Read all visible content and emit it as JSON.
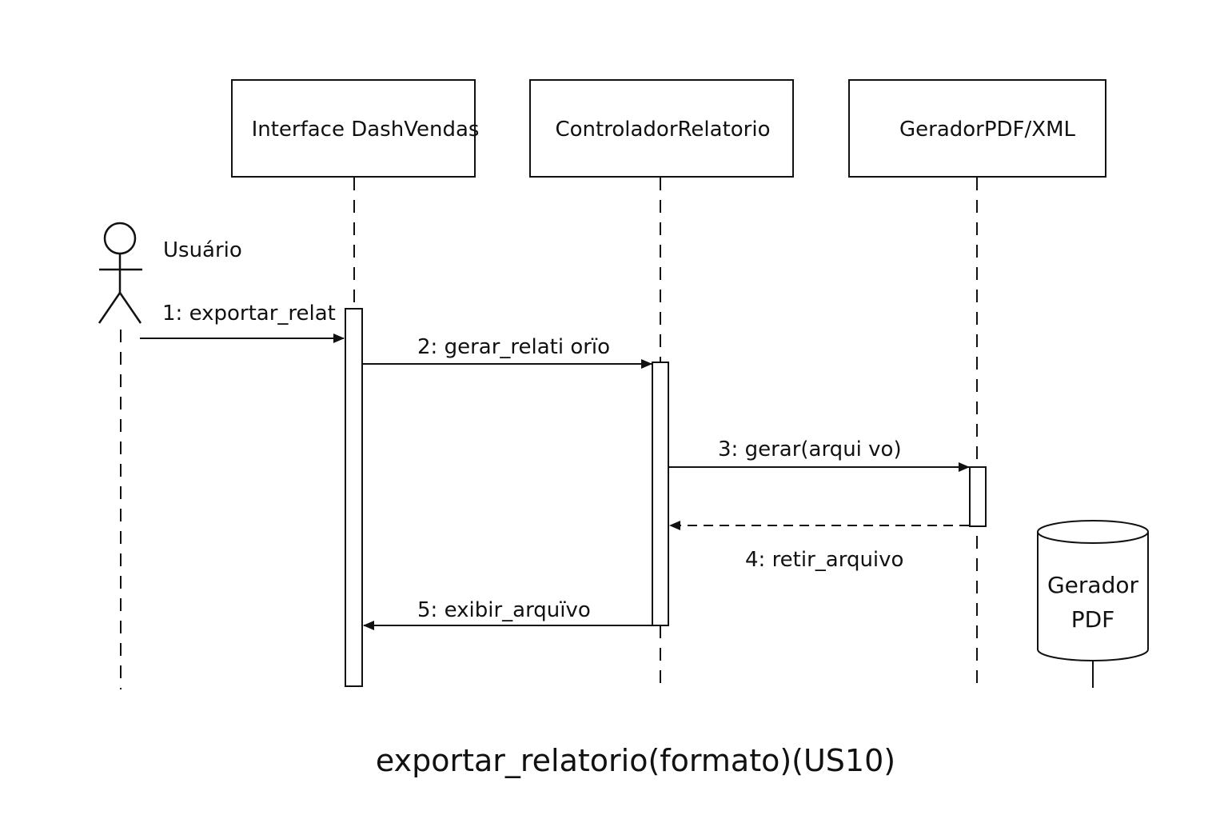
{
  "diagram": {
    "type": "sequence",
    "caption": "exportar_relatorio(formato)(US10)",
    "actor": {
      "label": "Usuário"
    },
    "participants": [
      {
        "label": "Interface DashVendas"
      },
      {
        "label": "ControladorRelatorio"
      },
      {
        "label": "GeradorPDF/XML"
      }
    ],
    "messages": [
      {
        "label": "1: exportar_relat",
        "from": "Usuário",
        "to": "Interface DashVendas",
        "style": "solid"
      },
      {
        "label": "2: gerar_relati orïo",
        "from": "Interface DashVendas",
        "to": "ControladorRelatorio",
        "style": "solid"
      },
      {
        "label": "3: gerar(arqui vo)",
        "from": "ControladorRelatorio",
        "to": "GeradorPDF/XML",
        "style": "solid"
      },
      {
        "label": "4: retir_arquivo",
        "from": "GeradorPDF/XML",
        "to": "ControladorRelatorio",
        "style": "dashed"
      },
      {
        "label": "5: exibir_arquïvo",
        "from": "ControladorRelatorio",
        "to": "Interface DashVendas",
        "style": "solid"
      }
    ],
    "database": {
      "line1": "Gerador",
      "line2": "PDF"
    },
    "colors": {
      "line": "#111111",
      "background": "#ffffff"
    }
  }
}
